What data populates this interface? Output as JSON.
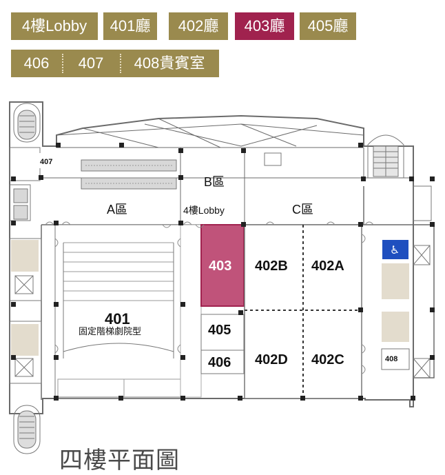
{
  "tabs": [
    {
      "label": "4樓Lobby"
    },
    {
      "label": "401廳"
    },
    {
      "label": "402廳"
    },
    {
      "label": "403廳",
      "active": true
    },
    {
      "label": "405廳"
    },
    {
      "label": "406"
    },
    {
      "label": "407"
    },
    {
      "label": "408貴賓室"
    }
  ],
  "plan": {
    "zone_b": "B區",
    "lobby": "4樓Lobby",
    "zone_a": "A區",
    "zone_c": "C區",
    "room_407": "407",
    "room_403": "403",
    "room_402b": "402B",
    "room_402a": "402A",
    "room_401": "401",
    "room_401_desc": "固定階梯劇院型",
    "room_405": "405",
    "room_406": "406",
    "room_402d": "402D",
    "room_402c": "402C",
    "room_408": "408"
  },
  "title": "四樓平面圖",
  "colors": {
    "tab": "#9a8a4e",
    "tab_active": "#a0224e",
    "highlight": "#c0537a",
    "wall": "#6a6a6a",
    "column": "#222222",
    "restroom": "#e3dccd",
    "accessible": "#1f4fbf"
  },
  "icons": [
    "escalator-icon",
    "stairs-icon",
    "restroom-icon",
    "wheelchair-icon",
    "elevator-icon"
  ]
}
